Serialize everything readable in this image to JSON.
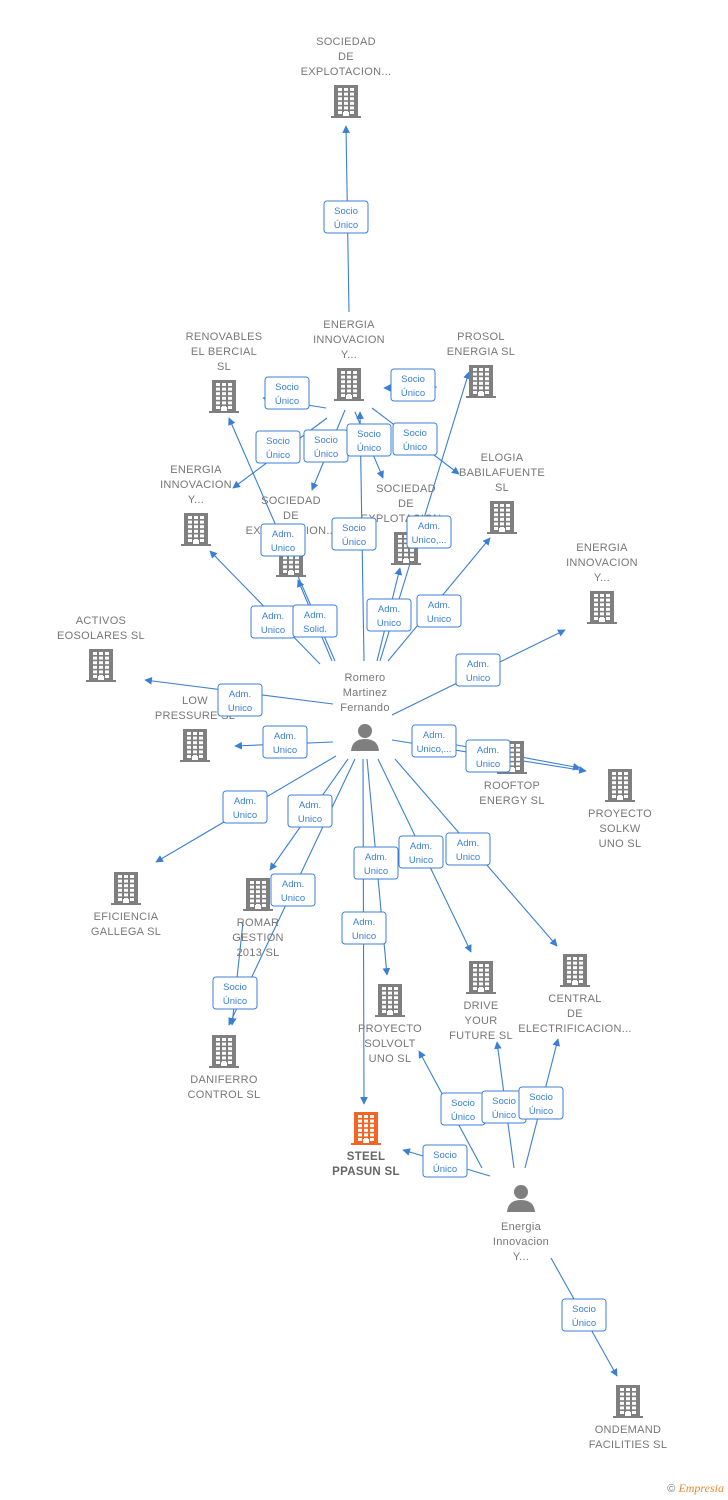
{
  "diagram": {
    "colors": {
      "edge": "#3b7fd4",
      "company": "#7f7f7f",
      "focus": "#f26522",
      "person": "#7f7f7f",
      "label": "#777777"
    },
    "nodes": [
      {
        "id": "sociedad_explotacion_top",
        "type": "company",
        "lines": [
          "SOCIEDAD",
          "DE",
          "EXPLOTACION..."
        ]
      },
      {
        "id": "renovables_bercial",
        "type": "company",
        "lines": [
          "RENOVABLES",
          "EL BERCIAL",
          "SL"
        ]
      },
      {
        "id": "energia_innovacion_hub",
        "type": "company",
        "lines": [
          "ENERGIA",
          "INNOVACION",
          "Y..."
        ]
      },
      {
        "id": "prosol_energia",
        "type": "company",
        "lines": [
          "PROSOL",
          "ENERGIA SL"
        ]
      },
      {
        "id": "energia_innovacion_left",
        "type": "company",
        "lines": [
          "ENERGIA",
          "INNOVACION",
          "Y..."
        ]
      },
      {
        "id": "sociedad_explotacion_mid1",
        "type": "company",
        "lines": [
          "SOCIEDAD",
          "DE",
          "EXPLOTACION..."
        ]
      },
      {
        "id": "sociedad_explotacion_mid2",
        "type": "company",
        "lines": [
          "SOCIEDAD",
          "DE",
          "EXPLOTACION..."
        ]
      },
      {
        "id": "elogia_babilafuente",
        "type": "company",
        "lines": [
          "ELOGIA",
          "BABILAFUENTE",
          "SL"
        ]
      },
      {
        "id": "energia_innovacion_right",
        "type": "company",
        "lines": [
          "ENERGIA",
          "INNOVACION",
          "Y..."
        ]
      },
      {
        "id": "activos_eosolares",
        "type": "company",
        "lines": [
          "ACTIVOS",
          "EOSOLARES SL"
        ]
      },
      {
        "id": "low_pressure",
        "type": "company",
        "lines": [
          "LOW",
          "PRESSURE SL"
        ]
      },
      {
        "id": "romero_martinez",
        "type": "person",
        "lines": [
          "Romero",
          "Martinez",
          "Fernando"
        ]
      },
      {
        "id": "rooftop_energy",
        "type": "company",
        "lines": [
          "ROOFTOP",
          "ENERGY SL"
        ]
      },
      {
        "id": "proyecto_solkw",
        "type": "company",
        "lines": [
          "PROYECTO",
          "SOLKW",
          "UNO SL"
        ]
      },
      {
        "id": "eficiencia_gallega",
        "type": "company",
        "lines": [
          "EFICIENCIA",
          "GALLEGA SL"
        ]
      },
      {
        "id": "romar_gestion",
        "type": "company",
        "lines": [
          "ROMAR",
          "GESTION",
          "2013 SL"
        ]
      },
      {
        "id": "drive_your_future",
        "type": "company",
        "lines": [
          "DRIVE",
          "YOUR",
          "FUTURE SL"
        ]
      },
      {
        "id": "central_electrificacion",
        "type": "company",
        "lines": [
          "CENTRAL",
          "DE",
          "ELECTRIFICACION..."
        ]
      },
      {
        "id": "proyecto_solvolt",
        "type": "company",
        "lines": [
          "PROYECTO",
          "SOLVOLT",
          "UNO SL"
        ]
      },
      {
        "id": "daniferro_control",
        "type": "company",
        "lines": [
          "DANIFERRO",
          "CONTROL SL"
        ]
      },
      {
        "id": "steel_ppasun",
        "type": "focus",
        "lines": [
          "STEEL",
          "PPASUN SL"
        ]
      },
      {
        "id": "energia_innovacion_person",
        "type": "person",
        "lines": [
          "Energia",
          "Innovacion",
          "Y..."
        ]
      },
      {
        "id": "ondemand_facilities",
        "type": "company",
        "lines": [
          "ONDEMAND",
          "FACILITIES SL"
        ]
      }
    ],
    "edges": [
      {
        "from": "energia_innovacion_hub",
        "to": "sociedad_explotacion_top",
        "label": [
          "Socio",
          "Único"
        ]
      },
      {
        "from": "energia_innovacion_hub",
        "to": "renovables_bercial",
        "label": [
          "Socio",
          "Único"
        ]
      },
      {
        "from": "prosol_energia",
        "to": "energia_innovacion_hub",
        "label": [
          "Socio",
          "Único"
        ]
      },
      {
        "from": "energia_innovacion_hub",
        "to": "energia_innovacion_left",
        "label": [
          "Socio",
          "Único"
        ]
      },
      {
        "from": "energia_innovacion_hub",
        "to": "sociedad_explotacion_mid1",
        "label": [
          "Socio",
          "Único"
        ]
      },
      {
        "from": "energia_innovacion_hub",
        "to": "sociedad_explotacion_mid2",
        "label": [
          "Socio",
          "Único"
        ]
      },
      {
        "from": "energia_innovacion_hub",
        "to": "elogia_babilafuente",
        "label": [
          "Socio",
          "Único"
        ]
      },
      {
        "from": "romero_martinez",
        "to": "renovables_bercial",
        "label": [
          "Adm.",
          "Unico"
        ]
      },
      {
        "from": "romero_martinez",
        "to": "energia_innovacion_hub",
        "label": [
          "Socio",
          "Único"
        ]
      },
      {
        "from": "romero_martinez",
        "to": "prosol_energia",
        "label": [
          "Adm.",
          "Unico,..."
        ]
      },
      {
        "from": "romero_martinez",
        "to": "energia_innovacion_left",
        "label": [
          "Adm.",
          "Unico"
        ]
      },
      {
        "from": "romero_martinez",
        "to": "sociedad_explotacion_mid1",
        "label": [
          "Adm.",
          "Solid."
        ]
      },
      {
        "from": "romero_martinez",
        "to": "sociedad_explotacion_mid2",
        "label": [
          "Adm.",
          "Unico"
        ]
      },
      {
        "from": "romero_martinez",
        "to": "elogia_babilafuente",
        "label": [
          "Adm.",
          "Unico"
        ]
      },
      {
        "from": "romero_martinez",
        "to": "energia_innovacion_right",
        "label": [
          "Adm.",
          "Unico"
        ]
      },
      {
        "from": "romero_martinez",
        "to": "activos_eosolares",
        "label": [
          "Adm.",
          "Unico"
        ]
      },
      {
        "from": "romero_martinez",
        "to": "low_pressure",
        "label": [
          "Adm.",
          "Unico"
        ]
      },
      {
        "from": "romero_martinez",
        "to": "rooftop_energy",
        "label": [
          "Adm.",
          "Unico,..."
        ]
      },
      {
        "from": "romero_martinez",
        "to": "proyecto_solkw",
        "label": [
          "Adm.",
          "Unico"
        ]
      },
      {
        "from": "romero_martinez",
        "to": "eficiencia_gallega",
        "label": [
          "Adm.",
          "Unico"
        ]
      },
      {
        "from": "romero_martinez",
        "to": "romar_gestion",
        "label": [
          "Adm.",
          "Unico"
        ]
      },
      {
        "from": "romero_martinez",
        "to": "daniferro_control",
        "label": [
          "Adm.",
          "Unico"
        ]
      },
      {
        "from": "romero_martinez",
        "to": "proyecto_solvolt",
        "label": [
          "Adm.",
          "Unico"
        ]
      },
      {
        "from": "romero_martinez",
        "to": "steel_ppasun",
        "label": [
          "Adm.",
          "Unico"
        ]
      },
      {
        "from": "romero_martinez",
        "to": "drive_your_future",
        "label": [
          "Adm.",
          "Unico"
        ]
      },
      {
        "from": "romero_martinez",
        "to": "central_electrificacion",
        "label": [
          "Adm.",
          "Unico"
        ]
      },
      {
        "from": "romar_gestion",
        "to": "daniferro_control",
        "label": [
          "Socio",
          "Único"
        ]
      },
      {
        "from": "energia_innovacion_person",
        "to": "proyecto_solvolt",
        "label": [
          "Socio",
          "Único"
        ]
      },
      {
        "from": "energia_innovacion_person",
        "to": "drive_your_future",
        "label": [
          "Socio",
          "Único"
        ]
      },
      {
        "from": "energia_innovacion_person",
        "to": "central_electrificacion",
        "label": [
          "Socio",
          "Único"
        ]
      },
      {
        "from": "energia_innovacion_person",
        "to": "steel_ppasun",
        "label": [
          "Socio",
          "Único"
        ]
      },
      {
        "from": "energia_innovacion_person",
        "to": "ondemand_facilities",
        "label": [
          "Socio",
          "Único"
        ]
      }
    ]
  },
  "footer": {
    "copyright": "©",
    "brand": "Empresia"
  }
}
